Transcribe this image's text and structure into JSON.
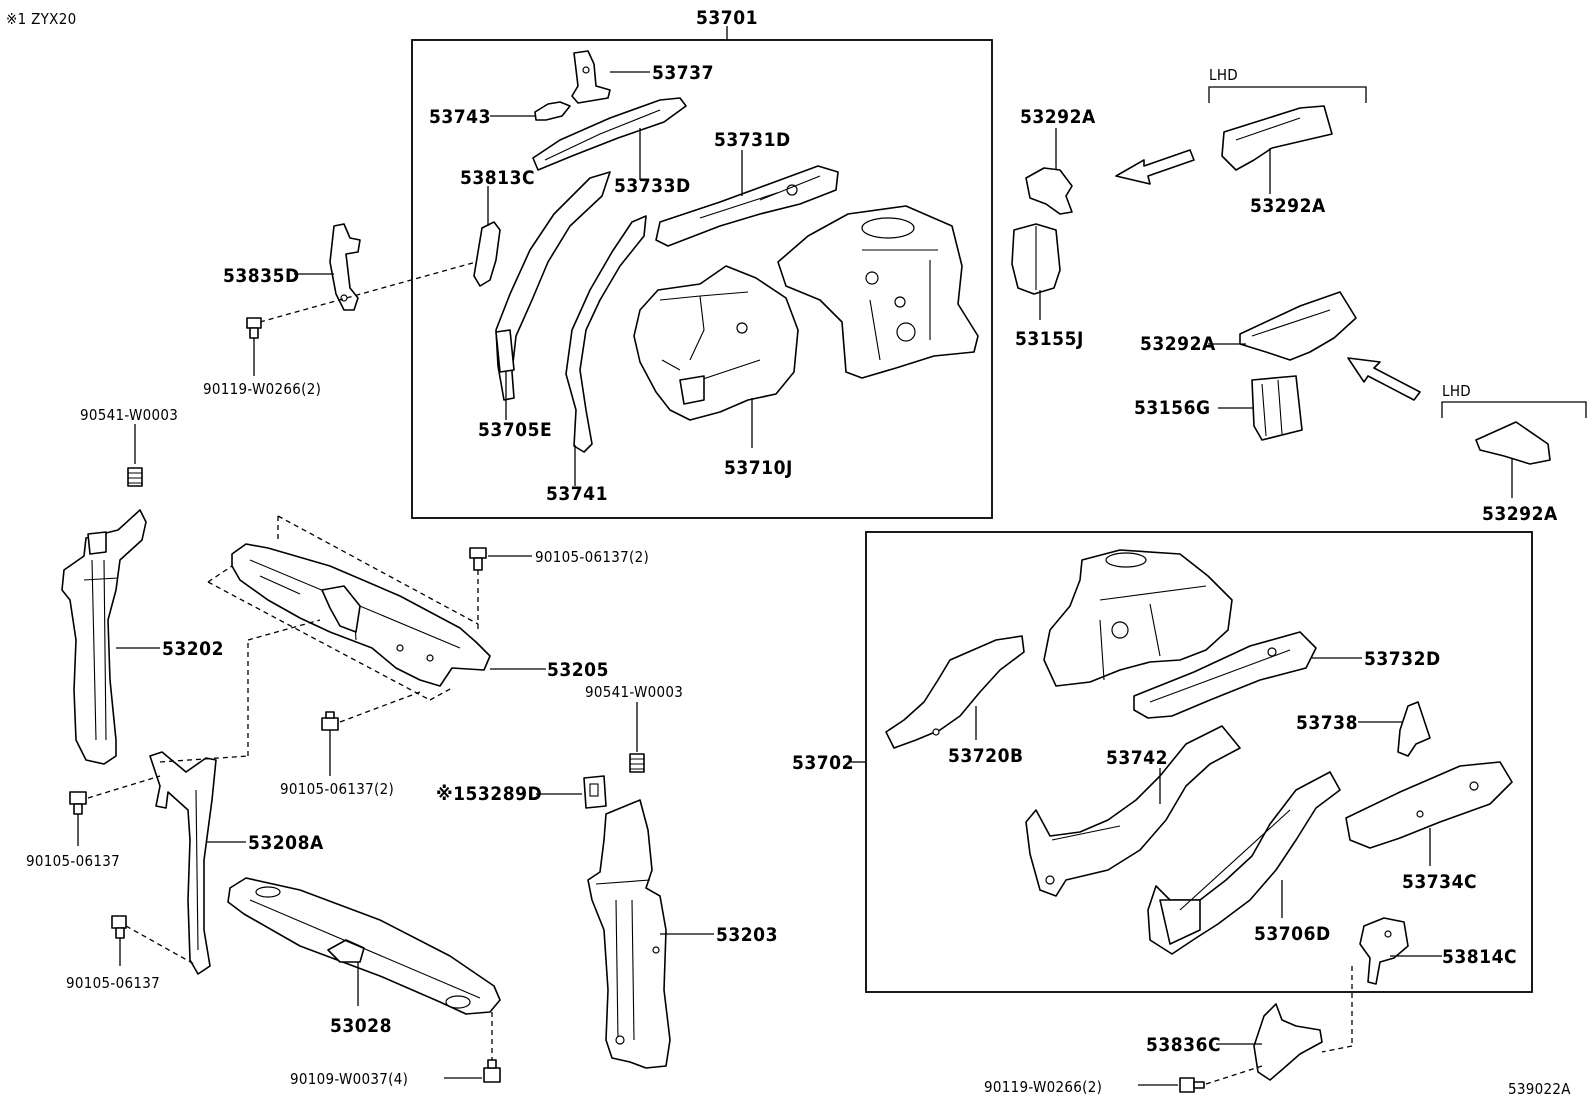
{
  "diagram_id": "539022A",
  "header_note": "※1 ZYX20",
  "group_labels": {
    "upper_box": "53701",
    "lower_box": "53702"
  },
  "qualifiers": {
    "lhd_top": "LHD",
    "lhd_right": "LHD"
  },
  "labels": {
    "p53737": "53737",
    "p53743": "53743",
    "p53731D": "53731D",
    "p53813C": "53813C",
    "p53733D": "53733D",
    "p53835D": "53835D",
    "p53705E": "53705E",
    "p53741": "53741",
    "p53710J": "53710J",
    "p53292A_1": "53292A",
    "p53292A_2": "53292A",
    "p53292A_3": "53292A",
    "p53292A_4": "53292A",
    "p53155J": "53155J",
    "p53156G": "53156G",
    "b90119_W0266_top": "90119-W0266(2)",
    "b90541_W0003_left": "90541-W0003",
    "b90105_06137_2_top": "90105-06137(2)",
    "p53202": "53202",
    "p53205": "53205",
    "b90541_W0003_mid": "90541-W0003",
    "b90105_06137_2_mid": "90105-06137(2)",
    "p53289D": "※153289D",
    "b90105_06137_a": "90105-06137",
    "p53208A": "53208A",
    "b90105_06137_b": "90105-06137",
    "p53203": "53203",
    "p53028": "53028",
    "b90109_W0037": "90109-W0037(4)",
    "p53732D": "53732D",
    "p53720B": "53720B",
    "p53742": "53742",
    "p53738": "53738",
    "p53734C": "53734C",
    "p53706D": "53706D",
    "p53814C": "53814C",
    "p53836C": "53836C",
    "b90119_W0266_bottom": "90119-W0266(2)"
  }
}
